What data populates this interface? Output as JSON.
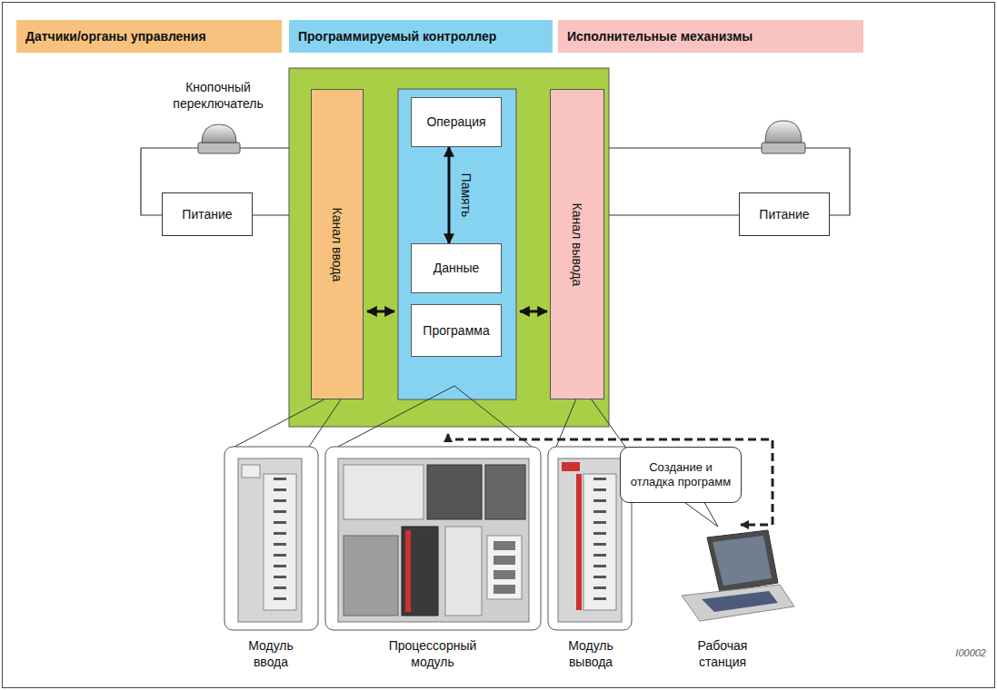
{
  "diagram": {
    "nodes": [
      {
        "text": [
          "Датчики/органы управления"
        ]
      },
      {
        "text": [
          "Программируемый контроллер"
        ]
      },
      {
        "text": [
          "Исполнительные механизмы"
        ]
      },
      {
        "text": [
          "Канал ввода"
        ]
      },
      {
        "text": [
          "Операция"
        ]
      },
      {
        "text": [
          "Данные"
        ]
      },
      {
        "text": [
          "Программа"
        ]
      },
      {
        "text": [
          "Канал вывода"
        ]
      },
      {
        "text": [
          "Питание"
        ]
      },
      {
        "text": [
          "Питание"
        ]
      },
      {
        "text": [
          "Создание и отладка программ"
        ]
      }
    ],
    "edges": [
      {
        "from": 4,
        "to": 5,
        "arrow": "both",
        "label": "Память"
      }
    ],
    "labels": [
      "Кнопочный переключатель",
      "Модуль ввода",
      "Процессорный модуль",
      "Модуль вывода",
      "Рабочая станция",
      "I00002"
    ]
  }
}
